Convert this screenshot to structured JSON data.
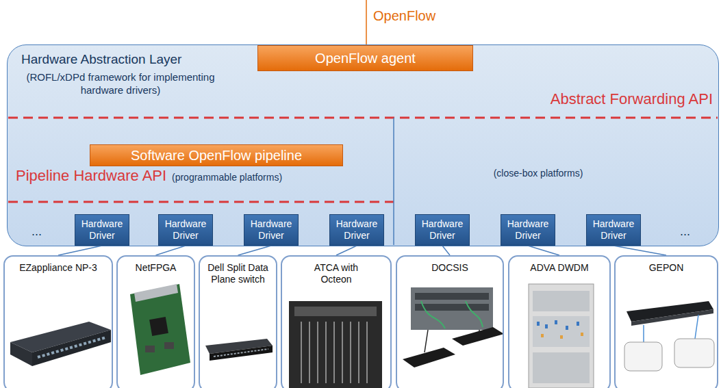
{
  "diagram": {
    "nodes": [
      {
        "text": [
          "Hardware Abstraction Layer",
          "(ROFL/xDPd framework for implementing hardware drivers)"
        ]
      },
      {
        "text": [
          "OpenFlow agent"
        ],
        "in": 0
      },
      {
        "text": [
          "Software OpenFlow pipeline"
        ],
        "in": 0
      },
      {
        "text": [
          "Hardware Driver"
        ],
        "in": 0
      },
      {
        "text": [
          "Hardware Driver"
        ],
        "in": 0
      },
      {
        "text": [
          "Hardware Driver"
        ],
        "in": 0
      },
      {
        "text": [
          "Hardware Driver"
        ],
        "in": 0
      },
      {
        "text": [
          "Hardware Driver"
        ],
        "in": 0
      },
      {
        "text": [
          "Hardware Driver"
        ],
        "in": 0
      },
      {
        "text": [
          "Hardware Driver"
        ],
        "in": 0
      },
      {
        "text": [
          "EZappliance NP-3"
        ]
      },
      {
        "text": [
          "NetFPGA"
        ]
      },
      {
        "text": [
          "Dell Split Data Plane switch"
        ]
      },
      {
        "text": [
          "ATCA with Octeon"
        ]
      },
      {
        "text": [
          "DOCSIS"
        ]
      },
      {
        "text": [
          "ADVA DWDM"
        ]
      },
      {
        "text": [
          "GEPON"
        ]
      }
    ],
    "edges": [
      {
        "from": 3,
        "to": 10,
        "arrow": "none"
      },
      {
        "from": 4,
        "to": 11,
        "arrow": "none"
      },
      {
        "from": 5,
        "to": 12,
        "arrow": "none"
      },
      {
        "from": 6,
        "to": 13,
        "arrow": "none"
      },
      {
        "from": 7,
        "to": 14,
        "arrow": "none"
      },
      {
        "from": 8,
        "to": 15,
        "arrow": "none"
      },
      {
        "from": 9,
        "to": 16,
        "arrow": "none"
      }
    ],
    "labels": [
      "OpenFlow",
      "Abstract Forwarding API",
      "Pipeline Hardware API",
      "(programmable platforms)",
      "(close-box platforms)",
      "...",
      "..."
    ]
  }
}
